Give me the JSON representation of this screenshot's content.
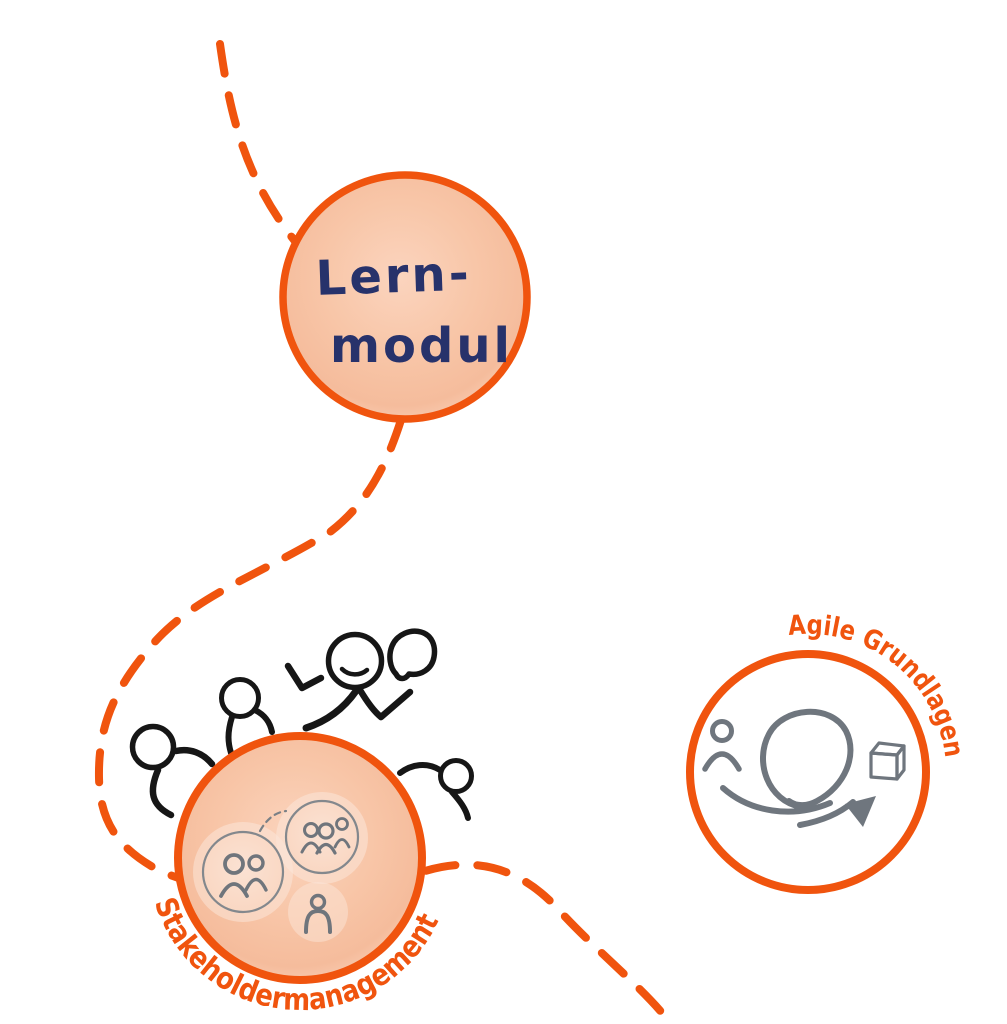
{
  "diagram": {
    "title_hint": "hand-drawn learning path diagram",
    "learning_path": {
      "style": "dashed orange curve",
      "color": "#F0540E"
    },
    "module_circle": {
      "label_line1": "Lern-",
      "label_line2": "modul",
      "fill": "#F8C7A9",
      "stroke": "#F0540E",
      "text_color": "#27326B"
    },
    "stakeholder_module": {
      "label": "Stakeholdermanagement",
      "fill": "#F8C7A9",
      "stroke": "#F0540E",
      "icons": [
        "stick-figure-group",
        "speech-bubble",
        "two-person-group-bubble",
        "three-person-group-bubble",
        "single-person",
        "dashed-connector"
      ]
    },
    "agile_module": {
      "label": "Agile Grundlagen",
      "fill": "#FFFFFF",
      "stroke": "#F0540E",
      "icons": [
        "person-icon",
        "iteration-loop-arrow-icon",
        "cube-icon"
      ]
    },
    "colors": {
      "orange": "#F0540E",
      "navy": "#27326B",
      "peach": "#F8C7A9",
      "icon_gray": "#6F757C",
      "figure_black": "#161616"
    }
  }
}
